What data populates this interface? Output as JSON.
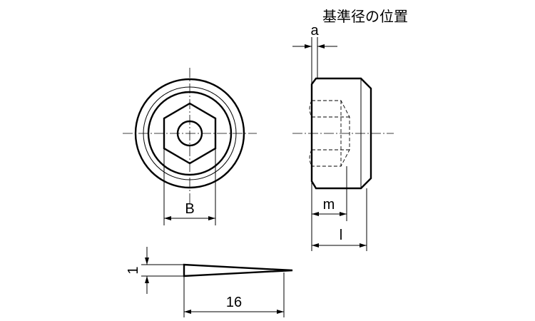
{
  "labels": {
    "dim_b": "B",
    "dim_m": "m",
    "dim_l": "l",
    "dim_a": "a",
    "reference_diameter_position": "基準径の位置",
    "taper_ratio": "1",
    "taper_length": "16"
  }
}
